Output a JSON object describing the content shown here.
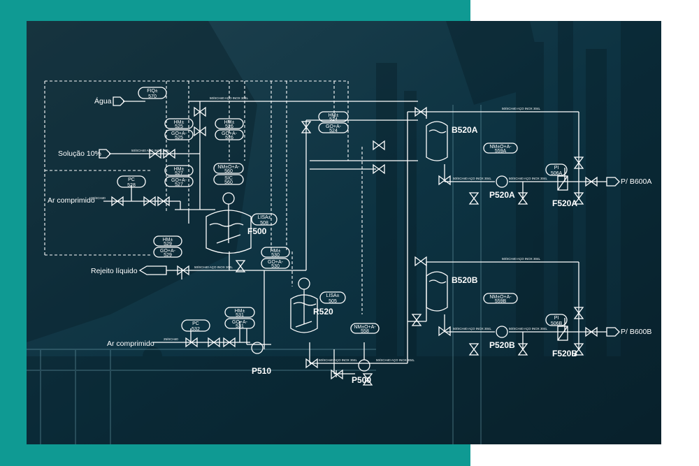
{
  "labels": {
    "agua": "Água",
    "solucao": "Solução 10%",
    "ar1": "Ar comprimido",
    "rejeito": "Rejeito líquido",
    "ar2": "Ar comprimido",
    "pb600a": "P/ B600A",
    "pb600b": "P/ B600B"
  },
  "equipment": {
    "f500": "F500",
    "r520": "R520",
    "p510": "P510",
    "p500": "P500",
    "b520a": "B520A",
    "b520b": "B520B",
    "p520a": "P520A",
    "p520b": "P520B",
    "f520a": "F520A",
    "f520b": "F520B"
  },
  "instruments": [
    {
      "id": "fiq570",
      "top": "FIQ±",
      "num": "570"
    },
    {
      "id": "hm525",
      "top": "HM±",
      "num": "525"
    },
    {
      "id": "go525",
      "top": "GO+A-",
      "num": "525"
    },
    {
      "id": "hm526",
      "top": "HM±",
      "num": "526"
    },
    {
      "id": "go526",
      "top": "GO+A-",
      "num": "526"
    },
    {
      "id": "hm527",
      "top": "HM±",
      "num": "527"
    },
    {
      "id": "go527",
      "top": "GO+A-",
      "num": "527"
    },
    {
      "id": "nm560",
      "top": "NM±O+A-",
      "num": "560"
    },
    {
      "id": "sic560",
      "top": "SIC",
      "num": "560"
    },
    {
      "id": "pc528",
      "top": "PC",
      "num": "528"
    },
    {
      "id": "hm524",
      "top": "HM±",
      "num": "524"
    },
    {
      "id": "go524",
      "top": "GO+A-",
      "num": "524"
    },
    {
      "id": "lisa508",
      "top": "LISA±",
      "num": "508"
    },
    {
      "id": "hm529",
      "top": "HM±",
      "num": "529"
    },
    {
      "id": "go529",
      "top": "GO+A-",
      "num": "529"
    },
    {
      "id": "hm530",
      "top": "HM±",
      "num": "530"
    },
    {
      "id": "go530",
      "top": "GO+A-",
      "num": "530"
    },
    {
      "id": "lisa505",
      "top": "LISA±",
      "num": "505"
    },
    {
      "id": "pc532",
      "top": "PC",
      "num": "532"
    },
    {
      "id": "hm531",
      "top": "HM±",
      "num": "531"
    },
    {
      "id": "go531",
      "top": "GO+A-",
      "num": "531"
    },
    {
      "id": "nm558",
      "top": "NM±O+A-",
      "num": "558"
    },
    {
      "id": "nm559a",
      "top": "NM±O+A-",
      "num": "559A"
    },
    {
      "id": "pi506a",
      "top": "PI",
      "num": "506A"
    },
    {
      "id": "nm559b",
      "top": "NM±O+A-",
      "num": "559B"
    },
    {
      "id": "pi506b",
      "top": "PI",
      "num": "506B"
    }
  ],
  "pipe_spec": "50/SCH40 AÇO INOX 304L",
  "pipe_spec_short": "25/SCH40"
}
